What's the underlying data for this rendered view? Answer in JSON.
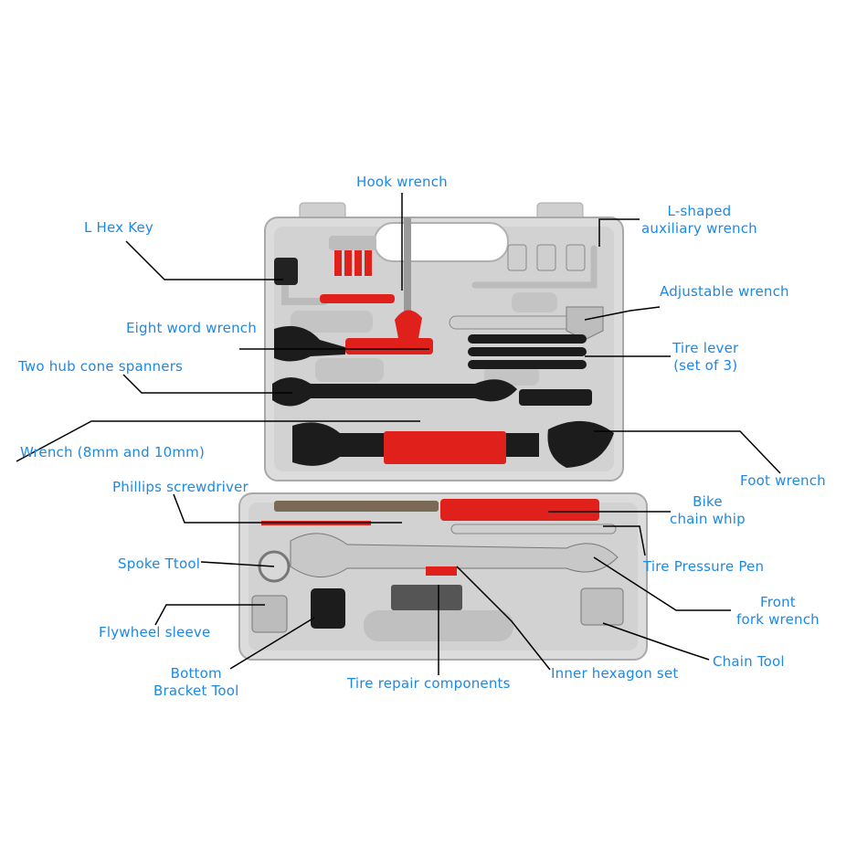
{
  "labels": {
    "hook_wrench": "Hook wrench",
    "l_hex_key": "L Hex Key",
    "l_shaped_1": "L-shaped",
    "l_shaped_2": "auxiliary wrench",
    "adjustable_wrench": "Adjustable wrench",
    "eight_word_wrench": "Eight word wrench",
    "tire_lever_1": "Tire lever",
    "tire_lever_2": "(set of  3)",
    "two_hub_cone": "Two hub cone spanners",
    "wrench_8_10": "Wrench (8mm and 10mm)",
    "foot_wrench": "Foot wrench",
    "phillips": "Phillips screwdriver",
    "bike_1": "Bike",
    "bike_2": "chain whip",
    "spoke_tool": "Spoke Ttool",
    "tire_pressure": "Tire Pressure Pen",
    "front_fork_1": "Front",
    "front_fork_2": "fork wrench",
    "flywheel": "Flywheel sleeve",
    "chain_tool": "Chain Tool",
    "bottom_bracket_1": "Bottom",
    "bottom_bracket_2": "Bracket Tool",
    "tire_repair": "Tire repair components",
    "inner_hexagon": "Inner hexagon set"
  },
  "colors": {
    "label": "#1e88e5",
    "case": "#d9d9d9",
    "case_dark": "#bdbdbd",
    "tool_red": "#e0201b",
    "tool_black": "#1c1c1c",
    "tool_silver": "#c8c8c8"
  }
}
